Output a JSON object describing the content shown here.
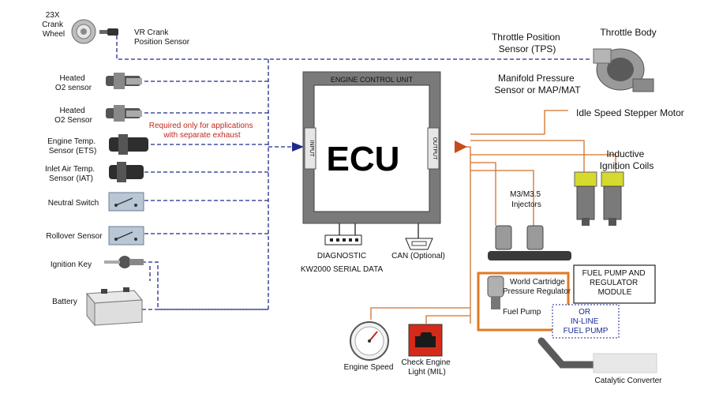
{
  "inputs": {
    "crank_wheel": "23X\nCrank\nWheel",
    "vr_crank": "VR Crank\nPosition Sensor",
    "heated_o2_1": "Heated\nO2 sensor",
    "heated_o2_2": "Heated\nO2 Sensor",
    "required_note": "Required only for applications\nwith separate exhaust",
    "ets": "Engine Temp.\nSensor (ETS)",
    "iat": "Inlet Air Temp.\nSensor (IAT)",
    "neutral": "Neutral Switch",
    "rollover": "Rollover Sensor",
    "ignition_key": "Ignition Key",
    "battery": "Battery"
  },
  "ecu": {
    "header": "ENGINE CONTROL UNIT",
    "big": "ECU",
    "input": "INPUT",
    "output": "OUTPUT",
    "diagnostic": "DIAGNOSTIC",
    "kw2000": "KW2000 SERIAL DATA",
    "can": "CAN (Optional)"
  },
  "outputs": {
    "tps": "Throttle Position\nSensor (TPS)",
    "throttle_body": "Throttle Body",
    "map": "Manifold Pressure\nSensor or MAP/MAT",
    "idle": "Idle Speed Stepper Motor",
    "coils": "Inductive\nIgnition Coils",
    "injectors": "M3/M3.5\nInjectors",
    "fuel_module": "FUEL PUMP  AND\nREGULATOR\nMODULE",
    "or_inline": "OR\nIN-LINE\nFUEL PUMP",
    "world_cartridge": "World Cartridge\nPressure Regulator",
    "fuel_pump": "Fuel Pump",
    "engine_speed": "Engine Speed",
    "check_engine": "Check Engine\nLight (MIL)",
    "catalytic": "Catalytic Converter"
  },
  "colors": {
    "signal": "#1f2a8c",
    "output": "#d2702c",
    "ecu_border": "#6e6e6e",
    "mil_bg": "#d42a1a"
  }
}
